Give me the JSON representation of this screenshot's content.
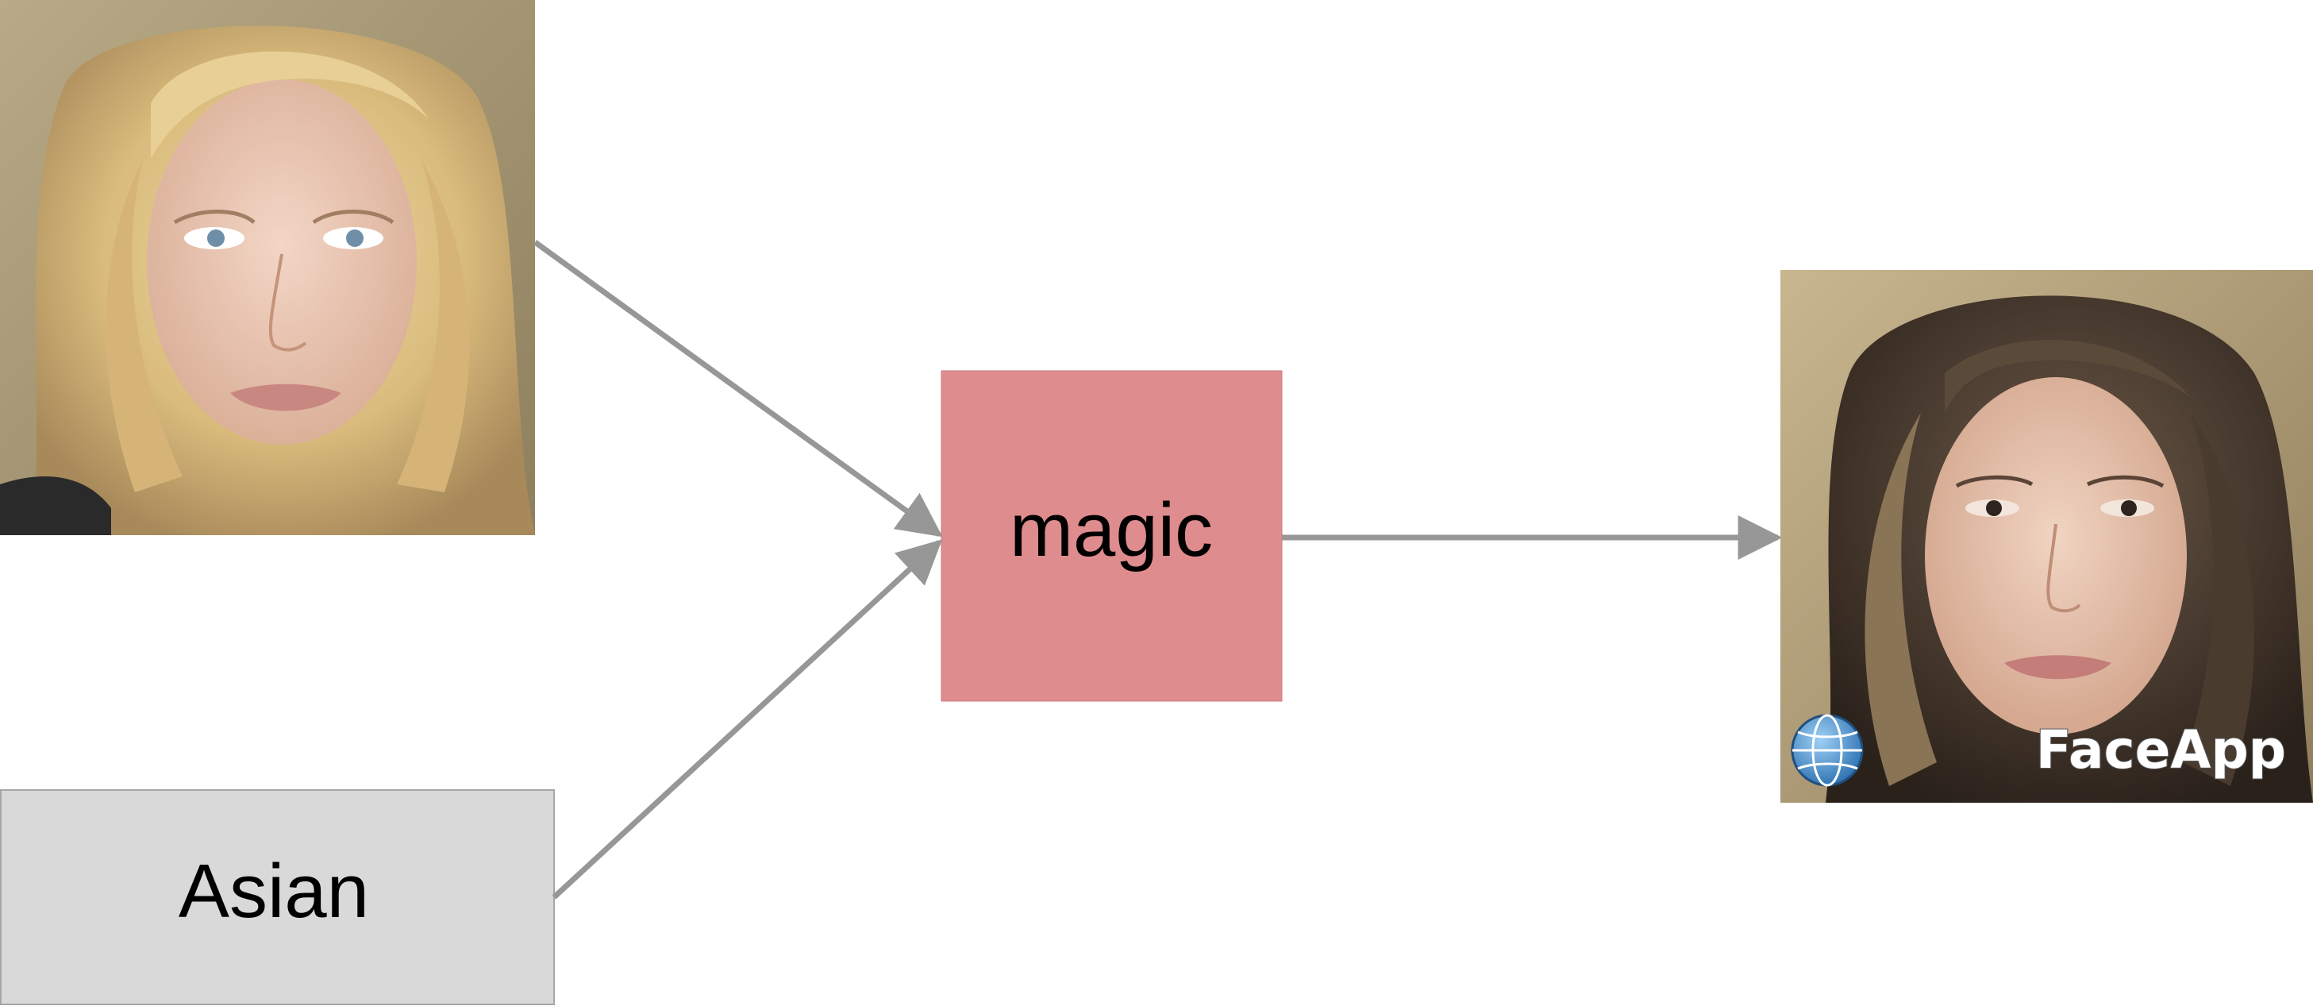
{
  "diagram": {
    "magic_label": "magic",
    "attribute_label": "Asian",
    "output_watermark": "FaceApp",
    "watermark_icon": "globe-icon",
    "input_photo": "input-face-photo",
    "output_photo": "output-face-photo"
  },
  "colors": {
    "magic_fill": "#df8c8e",
    "attribute_fill": "#d9d9d9",
    "attribute_stroke": "#a6a6a6",
    "arrow": "#979797",
    "watermark_text": "#ffffff",
    "globe": "#3c8ed0"
  }
}
